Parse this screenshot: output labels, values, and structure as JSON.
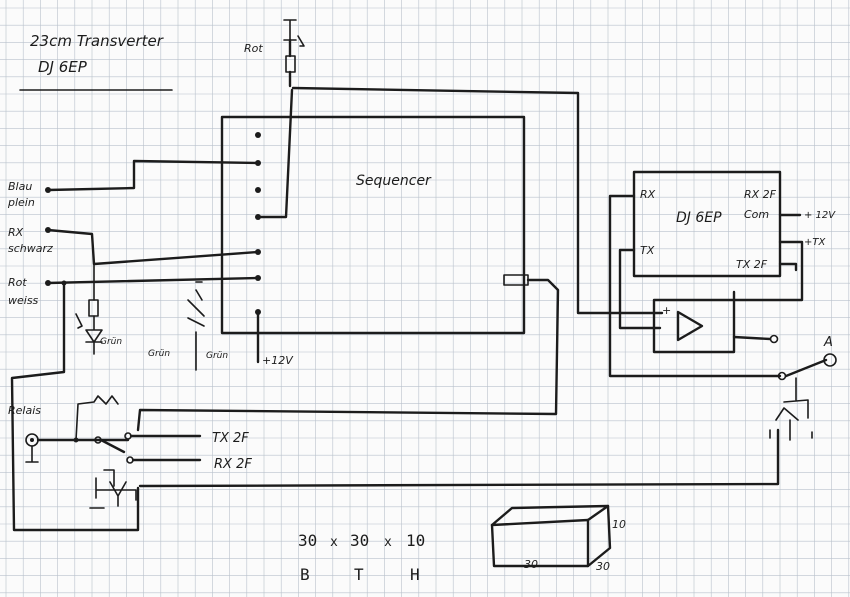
{
  "header": {
    "title": "23cm Transverter",
    "author": "DJ 6EP"
  },
  "labels": {
    "rot": "Rot",
    "sequencer": "Sequencer",
    "blau": "Blau",
    "blau_color": "plein",
    "rx": "RX",
    "rx_color": "schwarz",
    "rot2": "Rot",
    "rot2_color": "weiss",
    "gruen": "Grün",
    "gruen_led": "Grün",
    "gruen_led2": "Grün",
    "plus12v": "+12V",
    "module": "DJ 6EP",
    "mod_rx": "RX",
    "mod_tx": "TX",
    "mod_rx2f": "RX 2F",
    "mod_com": "Com",
    "mod_com_out": "+ 12V",
    "mod_plus_tx": "+TX",
    "mod_tx2f": "TX 2F",
    "relais": "Relais",
    "tx2f": "TX 2F",
    "rx2f": "RX 2F",
    "ant": "A"
  },
  "dimensions": {
    "dim_b": "30",
    "times1": "x",
    "dim_t": "30",
    "times2": "x",
    "dim_h": "10",
    "letter_b": "B",
    "letter_t": "T",
    "letter_h": "H",
    "box_width": "30",
    "box_depth": "30",
    "box_height": "10"
  },
  "colors": {
    "ink": "#1c1c1c",
    "grid": "#b9c2cc",
    "paper": "#fbfbfb"
  }
}
